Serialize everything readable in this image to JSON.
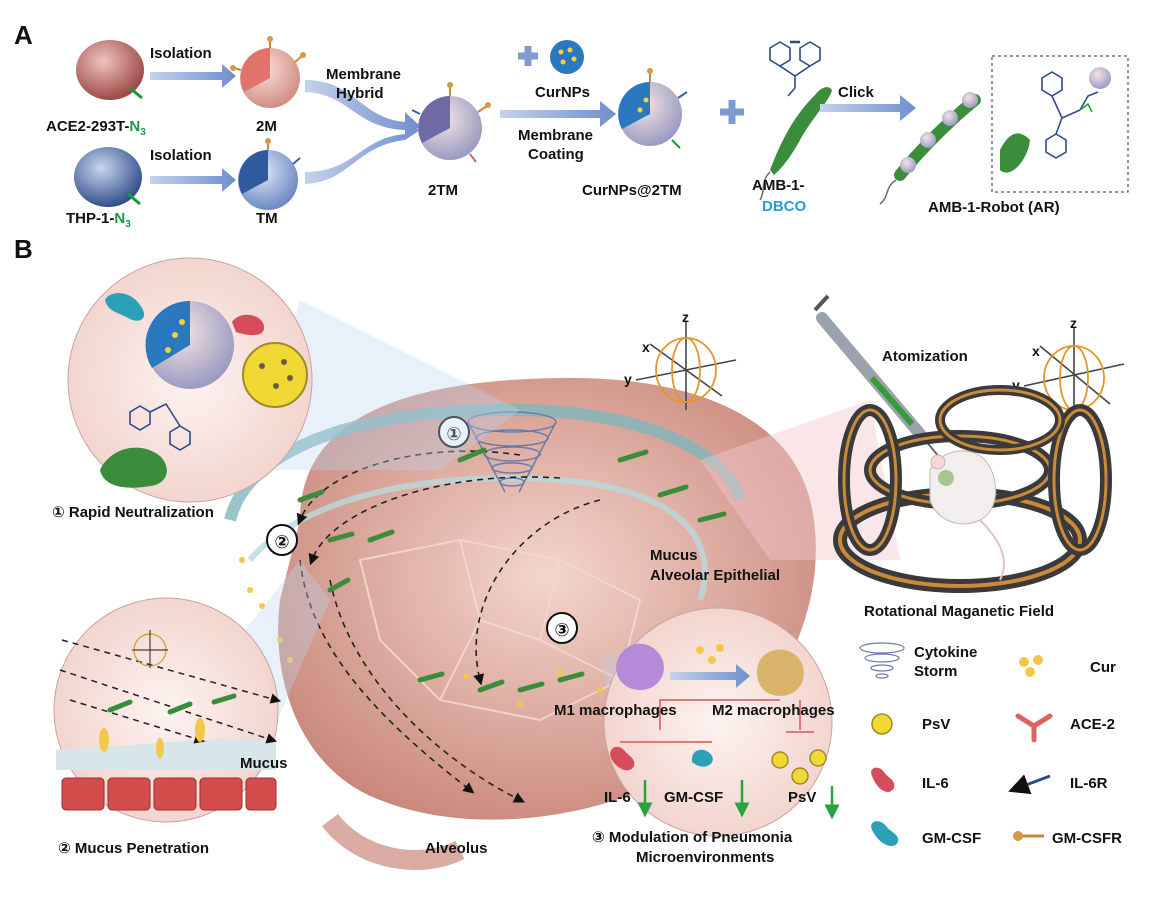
{
  "panel_a": {
    "letter": "A",
    "cell1_prefix": "ACE2-293T-",
    "cell1_n3": "N",
    "cell1_sub": "3",
    "cell2_prefix": "THP-1-",
    "cell2_n3": "N",
    "cell2_sub": "3",
    "isolation1": "Isolation",
    "isolation2": "Isolation",
    "ves_2m": "2M",
    "ves_tm": "TM",
    "hybrid_line1": "Membrane",
    "hybrid_line2": "Hybrid",
    "ves_2tm": "2TM",
    "curnps": "CurNPs",
    "coating_line1": "Membrane",
    "coating_line2": "Coating",
    "curnps_2tm": "CurNPs@2TM",
    "amb_line1": "AMB-1-",
    "amb_dbco": "DBCO",
    "click": "Click",
    "robot": "AMB-1-Robot (AR)"
  },
  "panel_b": {
    "letter": "B",
    "num1": "①",
    "num2": "②",
    "num3": "③",
    "rapid": "① Rapid Neutralization",
    "mucus_pen": "② Mucus Penetration",
    "mucus_zoom": "Mucus",
    "alveolus": "Alveolus",
    "mucus_line1": "Mucus",
    "mucus_line2": "Alveolar Epithelial",
    "atomization": "Atomization",
    "rotational": "Rotational Maganetic Field",
    "axis_x": "x",
    "axis_y": "y",
    "axis_z": "z",
    "m1": "M1 macrophages",
    "m2": "M2 macrophages",
    "il6": "IL-6",
    "gmcsf": "GM-CSF",
    "psv": "PsV",
    "modulation_line1": "③ Modulation of Pneumonia",
    "modulation_line2": "Microenvironments"
  },
  "legend": {
    "cytokine_line1": "Cytokine",
    "cytokine_line2": "Storm",
    "cur": "Cur",
    "psv": "PsV",
    "ace2": "ACE-2",
    "il6": "IL-6",
    "il6r": "IL-6R",
    "gmcsf": "GM-CSF",
    "gmcsfr": "GM-CSFR"
  },
  "colors": {
    "accent_blue": "#2b9bd8",
    "n3_green": "#1a9a3c",
    "arrow_blue": "#7e9bd1",
    "tissue": "#e8b9ad"
  }
}
